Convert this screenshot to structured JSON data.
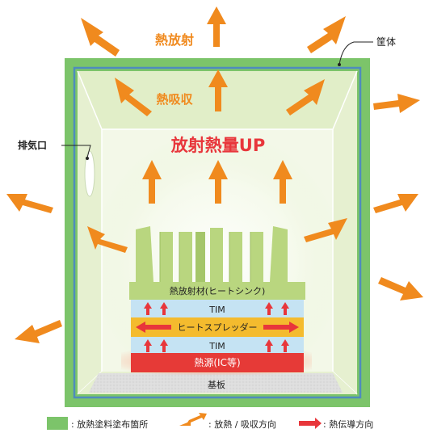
{
  "labels": {
    "heat_radiation": "熱放射",
    "heat_absorption": "熱吸収",
    "radiation_up": "放射熱量UP",
    "housing": "筐体",
    "exhaust_port": "排気口"
  },
  "stack": {
    "heatsink": "熱放射材(ヒートシンク)",
    "tim_upper": "TIM",
    "heat_spreader": "ヒートスプレッダー",
    "tim_lower": "TIM",
    "heat_source": "熱源(IC等)",
    "substrate": "基板"
  },
  "legend": {
    "coating": ": 放熱塗料塗布箇所",
    "radiation": ": 放熱 / 吸収方向",
    "conduction": ": 熱伝導方向"
  },
  "colors": {
    "coating_green": "#7cc46a",
    "light_green": "#eaf3d6",
    "heatsink_green": "#b9d67f",
    "radiation_orange": "#f08a1e",
    "conduction_red": "#e8363b",
    "tim_blue": "#c5e3f3",
    "spreader_yellow": "#f4bb2e",
    "source_red": "#e63a37",
    "substrate_gray": "#dcdcdc",
    "housing_blue": "#4f8bbd"
  }
}
